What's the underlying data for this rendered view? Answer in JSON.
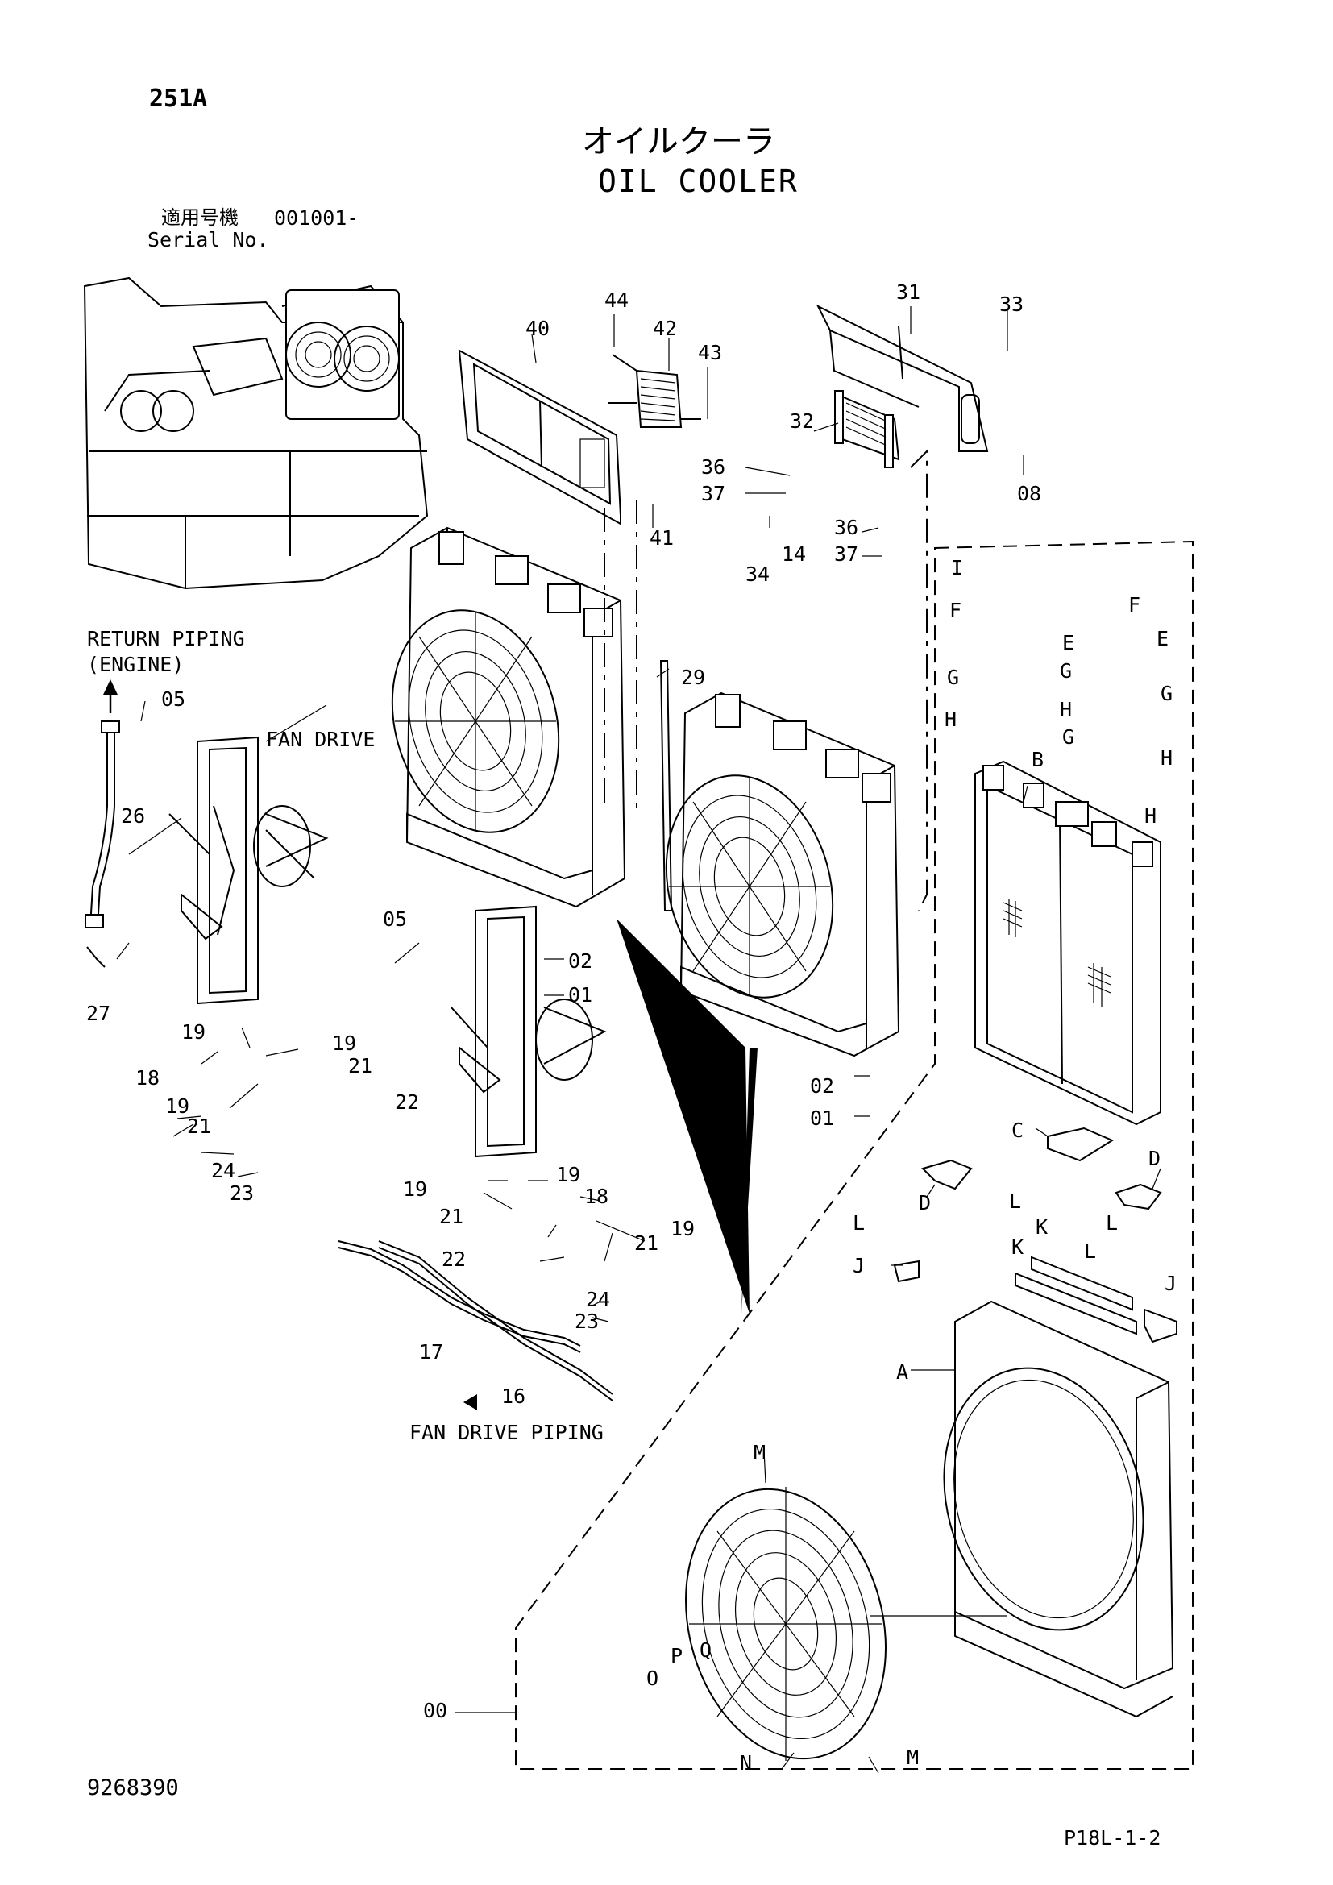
{
  "header": {
    "page_code": "251A",
    "title_jp": "オイルクーラ",
    "title_en": "OIL COOLER",
    "serial_label_jp": "適用号機",
    "serial_value": "001001-",
    "serial_label_en": "Serial No."
  },
  "notes": {
    "return_piping": "RETURN PIPING",
    "engine": "(ENGINE)",
    "fan_drive_1": "FAN DRIVE",
    "fan_drive_piping": "FAN DRIVE PIPING"
  },
  "callouts": {
    "c00": "00",
    "c01a": "01",
    "c01b": "01",
    "c02a": "02",
    "c02b": "02",
    "c05a": "05",
    "c05b": "05",
    "c08": "08",
    "c14": "14",
    "c16": "16",
    "c17": "17",
    "c18a": "18",
    "c18b": "18",
    "c19a": "19",
    "c19b": "19",
    "c19c": "19",
    "c19d": "19",
    "c19e": "19",
    "c19f": "19",
    "c21a": "21",
    "c21b": "21",
    "c21c": "21",
    "c21d": "21",
    "c22a": "22",
    "c22b": "22",
    "c23a": "23",
    "c23b": "23",
    "c24a": "24",
    "c24b": "24",
    "c26": "26",
    "c27": "27",
    "c29": "29",
    "c31": "31",
    "c32": "32",
    "c33": "33",
    "c34": "34",
    "c36a": "36",
    "c36b": "36",
    "c37a": "37",
    "c37b": "37",
    "c40": "40",
    "c41": "41",
    "c42": "42",
    "c43": "43",
    "c44": "44",
    "lA": "A",
    "lB": "B",
    "lC": "C",
    "lD1": "D",
    "lD2": "D",
    "lE1": "E",
    "lE2": "E",
    "lF1": "F",
    "lF2": "F",
    "lG1": "G",
    "lG2": "G",
    "lG3": "G",
    "lG4": "G",
    "lH1": "H",
    "lH2": "H",
    "lH3": "H",
    "lH4": "H",
    "lI1": "I",
    "lJ1": "J",
    "lJ2": "J",
    "lK1": "K",
    "lK2": "K",
    "lL1": "L",
    "lL2": "L",
    "lL3": "L",
    "lL4": "L",
    "lM1": "M",
    "lM2": "M",
    "lN": "N",
    "lO": "O",
    "lP": "P",
    "lQ": "Q"
  },
  "footer": {
    "drawing_no": "9268390",
    "page_ref": "P18L-1-2"
  }
}
